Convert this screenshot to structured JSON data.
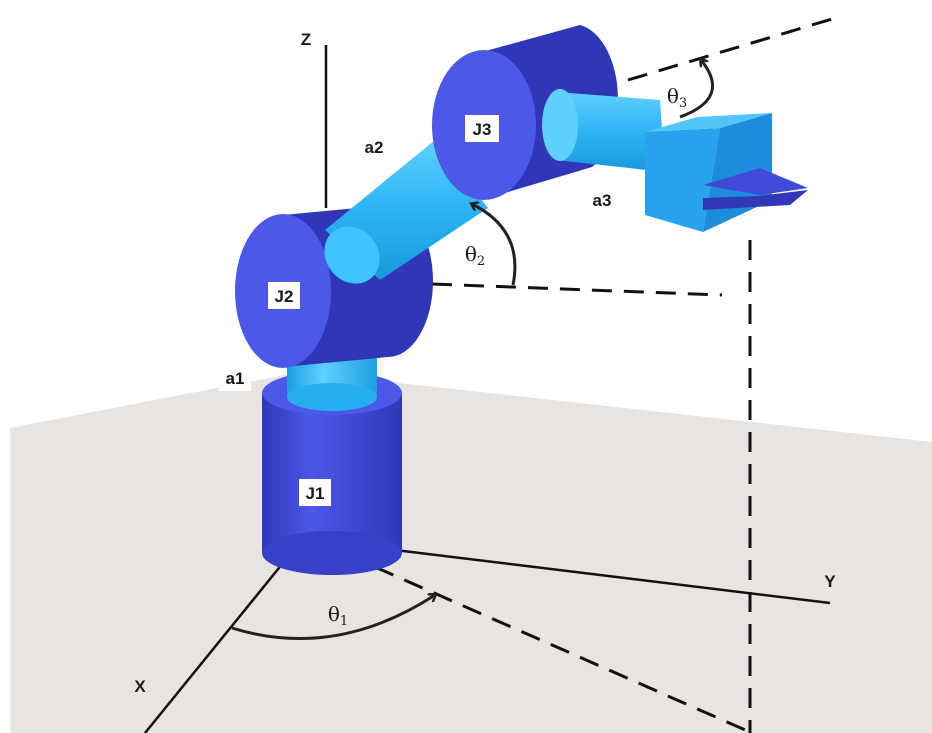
{
  "axes": {
    "x": "X",
    "y": "Y",
    "z": "Z"
  },
  "joints": {
    "j1": "J1",
    "j2": "J2",
    "j3": "J3"
  },
  "links": {
    "a1": "a1",
    "a2": "a2",
    "a3": "a3"
  },
  "angles": {
    "theta1": "θ",
    "sub1": "1",
    "theta2": "θ",
    "sub2": "2",
    "theta3": "θ",
    "sub3": "3"
  },
  "colors": {
    "joint_body": "#3f48d6",
    "joint_face": "#4d57e8",
    "joint_dark": "#2f37b8",
    "link_body": "#29b6f6",
    "link_light": "#5fd0ff",
    "gripper": "#33a8f0",
    "floor": "#e7e4e2",
    "line": "#111111"
  }
}
